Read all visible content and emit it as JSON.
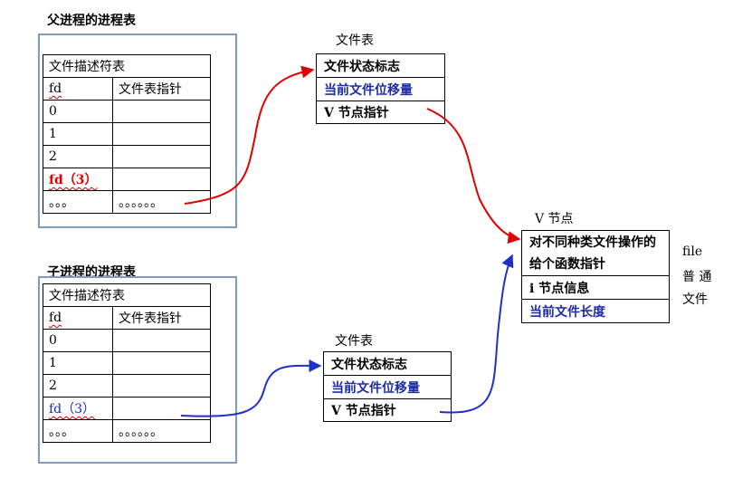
{
  "parent": {
    "title": "父进程的进程表",
    "table_title": "文件描述符表",
    "headers": [
      "fd",
      "文件表指针"
    ],
    "rows": [
      "0",
      "1",
      "2",
      "fd（3）",
      "。。。"
    ],
    "pointer_dots": "。。。。。。"
  },
  "child": {
    "title": "子进程的进程表",
    "table_title": "文件描述符表",
    "headers": [
      "fd",
      "文件表指针"
    ],
    "rows": [
      "0",
      "1",
      "2",
      "fd（3）",
      "。。。"
    ],
    "pointer_dots": "。。。。。。"
  },
  "file_table_1": {
    "label": "文件表",
    "rows": [
      "文件状态标志",
      "当前文件位移量",
      "V 节点指针"
    ]
  },
  "file_table_2": {
    "label": "文件表",
    "rows": [
      "文件状态标志",
      "当前文件位移量",
      "V 节点指针"
    ]
  },
  "vnode": {
    "label": "V 节点",
    "rows": [
      "对不同种类文件操作的给个函数指针",
      "i 节点信息",
      "当前文件长度"
    ]
  },
  "side_note": [
    "file",
    "普 通",
    "文件"
  ],
  "colors": {
    "parent_arrow": "#e00000",
    "child_arrow": "#1f2fcc",
    "frame": "#7f9cbf",
    "highlight_text": "#1c2ba8"
  }
}
